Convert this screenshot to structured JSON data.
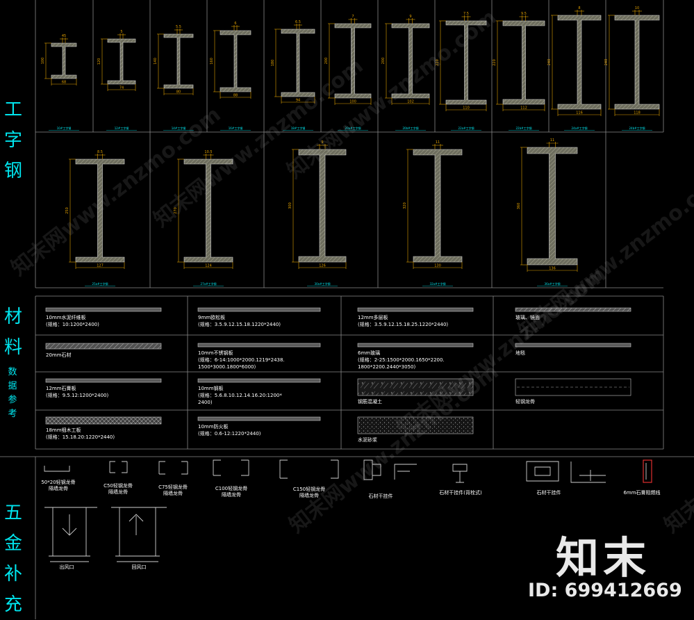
{
  "section_labels": {
    "beams": [
      "工",
      "字",
      "钢"
    ],
    "materials": [
      "材",
      "料"
    ],
    "materials_sub": [
      "数",
      "据",
      "参",
      "考"
    ],
    "hardware": [
      "五",
      "金",
      "补",
      "充"
    ]
  },
  "beams_row1": [
    {
      "id": "b01",
      "flange": "45",
      "height": "100",
      "width": "68",
      "caption": "10#工字钢"
    },
    {
      "id": "b02",
      "flange": "5",
      "height": "120",
      "width": "74",
      "caption": "12#工字钢"
    },
    {
      "id": "b03",
      "flange": "5.5",
      "height": "140",
      "width": "80",
      "caption": "14#工字钢"
    },
    {
      "id": "b04",
      "flange": "6",
      "height": "160",
      "width": "88",
      "caption": "16#工字钢"
    },
    {
      "id": "b05",
      "flange": "6.5",
      "height": "180",
      "width": "94",
      "caption": "18#工字钢"
    },
    {
      "id": "b06",
      "flange": "7",
      "height": "200",
      "width": "100",
      "caption": "20a#工字钢"
    },
    {
      "id": "b07",
      "flange": "9",
      "height": "200",
      "width": "102",
      "caption": "20b#工字钢"
    },
    {
      "id": "b08",
      "flange": "7.5",
      "height": "220",
      "width": "110",
      "caption": "22a#工字钢"
    },
    {
      "id": "b09",
      "flange": "9.5",
      "height": "220",
      "width": "112",
      "caption": "22b#工字钢"
    },
    {
      "id": "b10",
      "flange": "8",
      "height": "240",
      "width": "116",
      "caption": "24a#工字钢"
    },
    {
      "id": "b11",
      "flange": "10",
      "height": "240",
      "width": "118",
      "caption": "24b#工字钢"
    }
  ],
  "beams_row2": [
    {
      "id": "b12",
      "flange": "8.5",
      "height": "250",
      "width": "127",
      "caption": "25a#工字钢"
    },
    {
      "id": "b13",
      "flange": "10.5",
      "height": "270",
      "width": "124",
      "caption": "27a#工字钢"
    },
    {
      "id": "b14",
      "flange": "9",
      "height": "300",
      "width": "126",
      "caption": "30a#工字钢"
    },
    {
      "id": "b15",
      "flange": "11",
      "height": "320",
      "width": "130",
      "caption": "32a#工字钢"
    },
    {
      "id": "b16",
      "flange": "11",
      "height": "360",
      "width": "136",
      "caption": "36a#工字钢"
    }
  ],
  "materials": [
    {
      "id": "m1",
      "lines": [
        "10mm水泥纤维板",
        "(规格：10:1200*2400)"
      ],
      "swatch": "plain"
    },
    {
      "id": "m2",
      "lines": [
        "9mm欧松板",
        "(规格：3.5.9.12.15.18.1220*2440)"
      ],
      "swatch": "plain"
    },
    {
      "id": "m3",
      "lines": [
        "12mm多层板",
        "(规格：3.5.9.12.15.18.25.1220*2440)"
      ],
      "swatch": "plain"
    },
    {
      "id": "m4",
      "lines": [
        "玻璃、镜面"
      ],
      "swatch": "glass"
    },
    {
      "id": "m5",
      "lines": [
        "20mm石材"
      ],
      "swatch": "hatch"
    },
    {
      "id": "m6",
      "lines": [
        "10mm不锈钢板",
        "(规格：6-14:1000*2000.1219*2438.",
        "1500*3000.1800*6000)"
      ],
      "swatch": "plain"
    },
    {
      "id": "m7",
      "lines": [
        "6mm玻璃",
        "(规格：2-25:1500*2000.1650*2200.",
        "1800*2200.2440*3050)"
      ],
      "swatch": "plain"
    },
    {
      "id": "m8",
      "lines": [
        "地毯"
      ],
      "swatch": "plain"
    },
    {
      "id": "m9",
      "lines": [
        "12mm石膏板",
        "(规格：9.5.12:1200*2400)"
      ],
      "swatch": "plain"
    },
    {
      "id": "m10",
      "lines": [
        "10mm钢板",
        "(规格：5.6.8.10.12.14.16.20:1200*",
        "2400)"
      ],
      "swatch": "plain"
    },
    {
      "id": "m11",
      "lines": [
        "钢筋混凝土"
      ],
      "swatch": "concrete"
    },
    {
      "id": "m12",
      "lines": [
        "轻钢龙骨"
      ],
      "swatch": "dashed"
    },
    {
      "id": "m13",
      "lines": [
        "18mm细木工板",
        "(规格：15.18.20:1220*2440)"
      ],
      "swatch": "xhatch"
    },
    {
      "id": "m14",
      "lines": [
        "10mm防火板",
        "(规格：0.6-12:1220*2440)"
      ],
      "swatch": "plain"
    },
    {
      "id": "m15",
      "lines": [
        "水泥砂浆"
      ],
      "swatch": "dots"
    }
  ],
  "hardware": [
    {
      "id": "h1",
      "lines": [
        "50*20轻钢龙骨",
        "隔墙龙骨"
      ]
    },
    {
      "id": "h2",
      "lines": [
        "C50轻钢龙骨",
        "隔墙龙骨"
      ]
    },
    {
      "id": "h3",
      "lines": [
        "C75轻钢龙骨",
        "隔墙龙骨"
      ]
    },
    {
      "id": "h4",
      "lines": [
        "C100轻钢龙骨",
        "隔墙龙骨"
      ]
    },
    {
      "id": "h5",
      "lines": [
        "C150轻钢龙骨",
        "隔墙龙骨"
      ]
    },
    {
      "id": "h6",
      "lines": [
        "石材干挂件"
      ]
    },
    {
      "id": "h7",
      "lines": [
        "石材干挂件(背栓式)"
      ]
    },
    {
      "id": "h8",
      "lines": [
        "石材干挂件"
      ]
    },
    {
      "id": "h9",
      "lines": [
        "6mm石膏阻燃线"
      ]
    },
    {
      "id": "h10",
      "lines": [
        "出风口"
      ]
    },
    {
      "id": "h11",
      "lines": [
        "回风口"
      ]
    }
  ],
  "watermarks": [
    "知末网www.znzmo.com",
    "知末网www.znzmo.com",
    "知末网www.znzmo.com",
    "知末网www.znzmo.com",
    "知末网www.znzmo.com",
    "知末网www.znzmo.com",
    "知末网"
  ],
  "logo": {
    "brand": "知末",
    "id_text": "ID: 699412669"
  },
  "colors": {
    "background": "#000000",
    "grid": "#8a8a8a",
    "dim": "#e0a000",
    "caption": "#00e5ee",
    "label": "#00e5ee",
    "text": "#ffffff",
    "beam": "#7c7c6a",
    "beam_edge": "#d8d8d8",
    "accent": "#e03030"
  }
}
